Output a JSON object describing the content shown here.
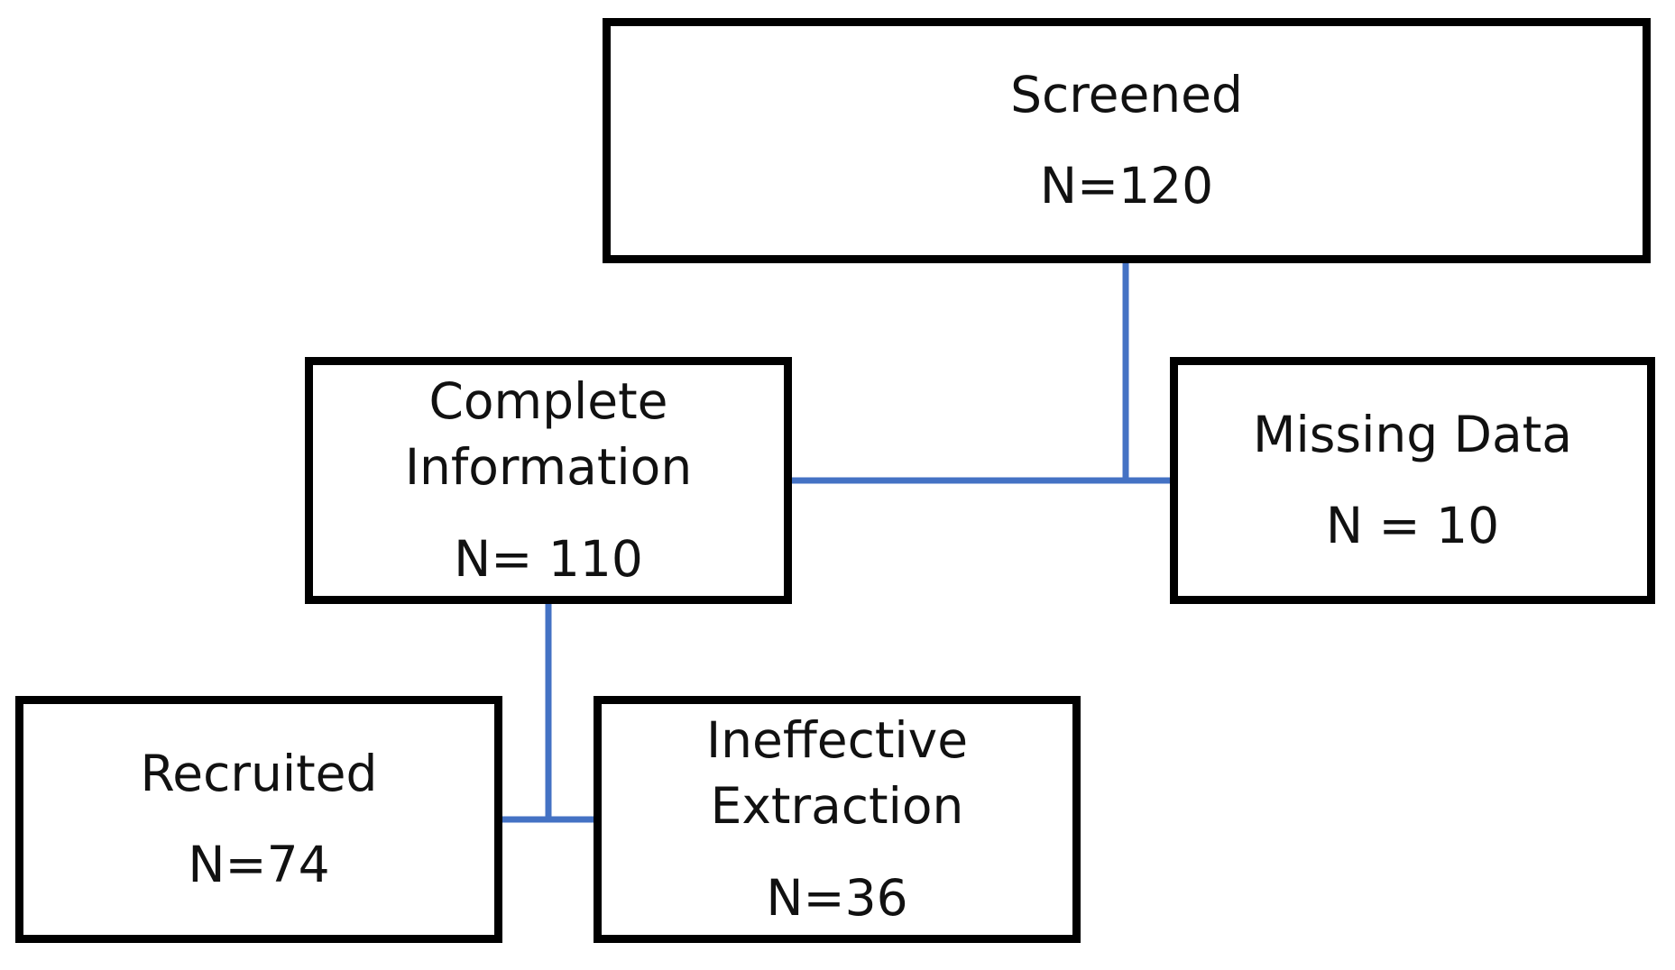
{
  "diagram": {
    "line_color": "#4472c4",
    "border_color": "#000000",
    "nodes": {
      "screened": {
        "label": [
          "Screened"
        ],
        "count": "N=120"
      },
      "complete": {
        "label": [
          "Complete",
          "Information"
        ],
        "count": "N= 110"
      },
      "missing": {
        "label": [
          "Missing Data"
        ],
        "count": "N = 10"
      },
      "recruited": {
        "label": [
          "Recruited"
        ],
        "count": "N=74"
      },
      "ineffective": {
        "label": [
          "Ineffective",
          "Extraction"
        ],
        "count": "N=36"
      }
    }
  }
}
